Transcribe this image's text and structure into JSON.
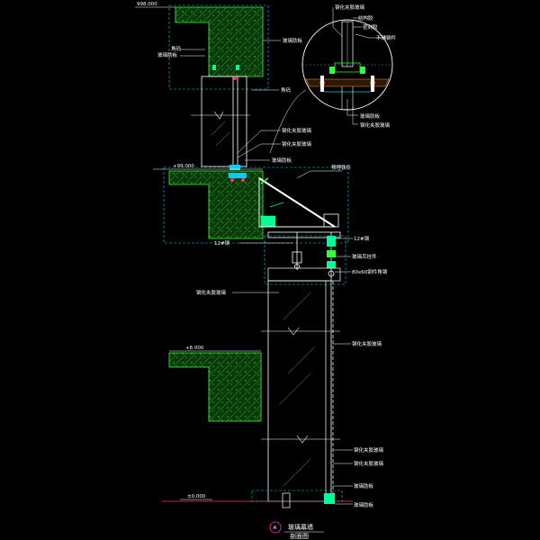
{
  "drawing": {
    "elevations": {
      "top": "998.000",
      "mid": "+99.000",
      "low": "+6.000",
      "ground": "±0.000"
    },
    "labels": {
      "top_left_1": "角码",
      "top_left_2": "玻璃肋板",
      "top_right_1": "玻璃肋板",
      "corner": "角码",
      "mid_1": "钢化夹胶玻璃",
      "mid_2": "钢化夹胶玻璃",
      "mid_3": "玻璃肋板",
      "anchor": "预埋铁件",
      "rod_1": "12#钢",
      "rod_2": "12#钢",
      "clamp": "玻璃吊挂件",
      "channel": "80x60钢件角钢",
      "glass_left": "钢化夹胶玻璃",
      "glass_right": "钢化夹胶玻璃",
      "low_1": "钢化夹胶玻璃",
      "low_2": "钢化夹胶玻璃",
      "base_1": "玻璃肋板",
      "base_2": "玻璃肋板",
      "detail_1": "钢化夹胶玻璃",
      "detail_2": "结构胶",
      "detail_3": "密封胶",
      "detail_4": "不锈钢件",
      "detail_5": "玻璃肋板",
      "detail_6": "钢化夹胶玻璃"
    },
    "caption": {
      "number": "A",
      "title": "玻璃幕墙",
      "subtitle": "剖面图"
    }
  }
}
